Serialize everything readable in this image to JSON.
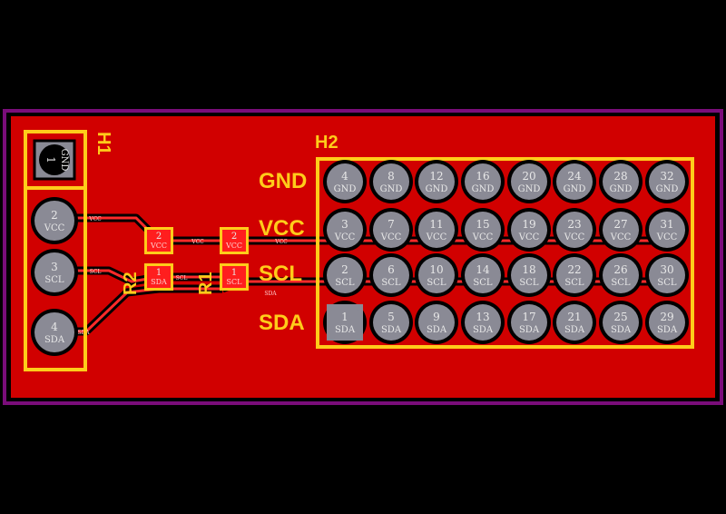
{
  "colors": {
    "background": "#000000",
    "board_outline": "#7a0d7a",
    "copper": "#d10000",
    "trace": "#ff1a1a",
    "silkscreen": "#ffcc1a",
    "pad": "#8a8a95",
    "hole": "#000000"
  },
  "designators": {
    "h1": "H1",
    "h2": "H2",
    "r1": "R1",
    "r2": "R2"
  },
  "h2_row_labels": {
    "gnd": "GND",
    "vcc": "VCC",
    "scl": "SCL",
    "sda": "SDA"
  },
  "h1_pads": [
    {
      "num": "1",
      "net": "GND"
    },
    {
      "num": "2",
      "net": "VCC"
    },
    {
      "num": "3",
      "net": "SCL"
    },
    {
      "num": "4",
      "net": "SDA"
    }
  ],
  "h2_pads": {
    "gnd": [
      "4",
      "8",
      "12",
      "16",
      "20",
      "24",
      "28",
      "32"
    ],
    "vcc": [
      "3",
      "7",
      "11",
      "15",
      "19",
      "23",
      "27",
      "31"
    ],
    "scl": [
      "2",
      "6",
      "10",
      "14",
      "18",
      "22",
      "26",
      "30"
    ],
    "sda": [
      "1",
      "5",
      "9",
      "13",
      "17",
      "21",
      "25",
      "29"
    ]
  },
  "h2_nets": {
    "gnd": "GND",
    "vcc": "VCC",
    "scl": "SCL",
    "sda": "SDA"
  },
  "resistor_pads": {
    "r2_top": {
      "num": "2",
      "net": "VCC"
    },
    "r2_bottom": {
      "num": "1",
      "net": "SDA"
    },
    "r1_top": {
      "num": "2",
      "net": "VCC"
    },
    "r1_bottom": {
      "num": "1",
      "net": "SCL"
    }
  },
  "trace_labels": {
    "vcc": "VCC",
    "scl": "SCL",
    "sda": "SDA"
  }
}
